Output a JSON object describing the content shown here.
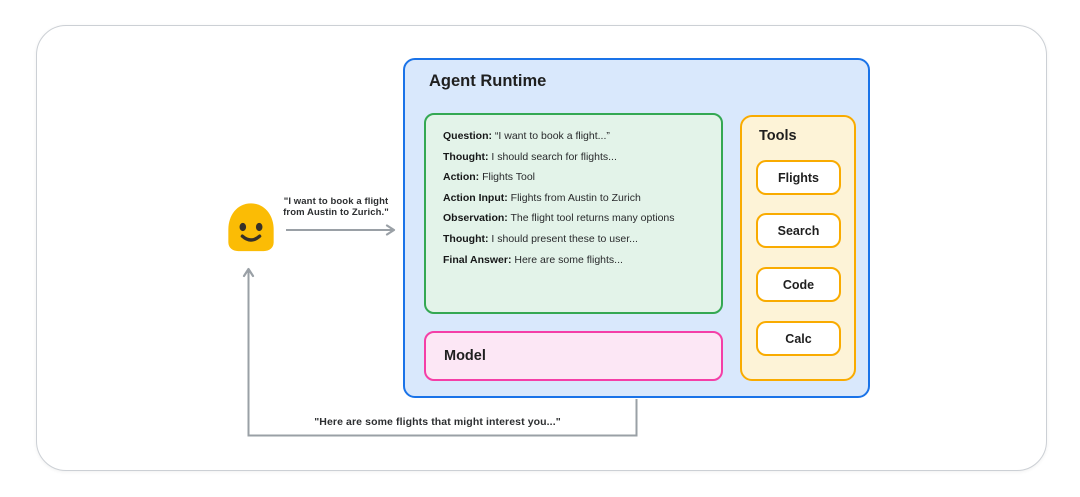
{
  "user": {
    "icon": "blob-smiley-emoji",
    "query_lines": [
      "\"I want to book a flight",
      "from Austin to Zurich.\""
    ]
  },
  "agent_reply": "\"Here are some flights that might interest you...\"",
  "agent_runtime": {
    "title": "Agent Runtime",
    "trace": [
      {
        "label": "Question:",
        "text": " “I want to book a flight...”"
      },
      {
        "label": "Thought:",
        "text": " I should search for flights..."
      },
      {
        "label": "Action:",
        "text": " Flights Tool"
      },
      {
        "label": "Action Input:",
        "text": " Flights from Austin to Zurich"
      },
      {
        "label": "Observation:",
        "text": " The flight tool returns many options"
      },
      {
        "label": "Thought:",
        "text": " I should present these to user..."
      },
      {
        "label": "Final Answer:",
        "text": " Here are some flights..."
      }
    ],
    "model_title": "Model",
    "tools": {
      "title": "Tools",
      "items": [
        "Flights",
        "Search",
        "Code",
        "Calc"
      ]
    }
  },
  "colors": {
    "agent_border": "#1a73e8",
    "agent_fill": "#d9e8fc",
    "trace_border": "#34a853",
    "trace_fill": "#e3f3e9",
    "model_border": "#f43fa7",
    "model_fill": "#fce7f5",
    "tools_border": "#f9ab00",
    "tools_fill": "#fdf3d7",
    "arrow_gray": "#9aa0a6",
    "emoji_yellow": "#fbbc05"
  }
}
